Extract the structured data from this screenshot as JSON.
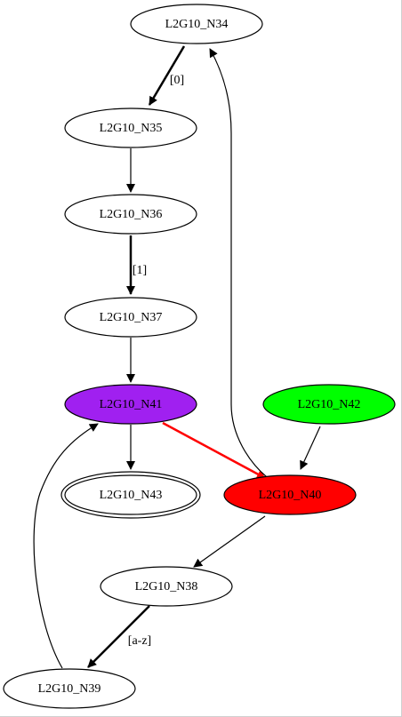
{
  "graph": {
    "nodes": [
      {
        "id": "n34",
        "label": "L2G10_N34",
        "fill": "#ffffff",
        "text_color": "#000000",
        "shape": "ellipse"
      },
      {
        "id": "n35",
        "label": "L2G10_N35",
        "fill": "#ffffff",
        "text_color": "#000000",
        "shape": "ellipse"
      },
      {
        "id": "n36",
        "label": "L2G10_N36",
        "fill": "#ffffff",
        "text_color": "#000000",
        "shape": "ellipse"
      },
      {
        "id": "n37",
        "label": "L2G10_N37",
        "fill": "#ffffff",
        "text_color": "#000000",
        "shape": "ellipse"
      },
      {
        "id": "n41",
        "label": "L2G10_N41",
        "fill": "#a020f0",
        "text_color": "#000000",
        "shape": "ellipse"
      },
      {
        "id": "n42",
        "label": "L2G10_N42",
        "fill": "#00ff00",
        "text_color": "#000000",
        "shape": "ellipse"
      },
      {
        "id": "n43",
        "label": "L2G10_N43",
        "fill": "#ffffff",
        "text_color": "#000000",
        "shape": "double-ellipse"
      },
      {
        "id": "n40",
        "label": "L2G10_N40",
        "fill": "#ff0000",
        "text_color": "#000000",
        "shape": "ellipse"
      },
      {
        "id": "n38",
        "label": "L2G10_N38",
        "fill": "#ffffff",
        "text_color": "#000000",
        "shape": "ellipse"
      },
      {
        "id": "n39",
        "label": "L2G10_N39",
        "fill": "#ffffff",
        "text_color": "#000000",
        "shape": "ellipse"
      }
    ],
    "edges": [
      {
        "from": "n34",
        "to": "n35",
        "label": "[0]",
        "color": "#000000",
        "bold": true
      },
      {
        "from": "n35",
        "to": "n36",
        "label": "",
        "color": "#000000",
        "bold": false
      },
      {
        "from": "n36",
        "to": "n37",
        "label": "[1]",
        "color": "#000000",
        "bold": true
      },
      {
        "from": "n37",
        "to": "n41",
        "label": "",
        "color": "#000000",
        "bold": false
      },
      {
        "from": "n41",
        "to": "n43",
        "label": "",
        "color": "#000000",
        "bold": false
      },
      {
        "from": "n41",
        "to": "n40",
        "label": "",
        "color": "#ff0000",
        "bold": true
      },
      {
        "from": "n42",
        "to": "n40",
        "label": "",
        "color": "#000000",
        "bold": false
      },
      {
        "from": "n40",
        "to": "n34",
        "label": "",
        "color": "#000000",
        "bold": false
      },
      {
        "from": "n40",
        "to": "n38",
        "label": "",
        "color": "#000000",
        "bold": false
      },
      {
        "from": "n38",
        "to": "n39",
        "label": "[a-z]",
        "color": "#000000",
        "bold": true
      },
      {
        "from": "n39",
        "to": "n41",
        "label": "",
        "color": "#000000",
        "bold": false
      }
    ]
  }
}
